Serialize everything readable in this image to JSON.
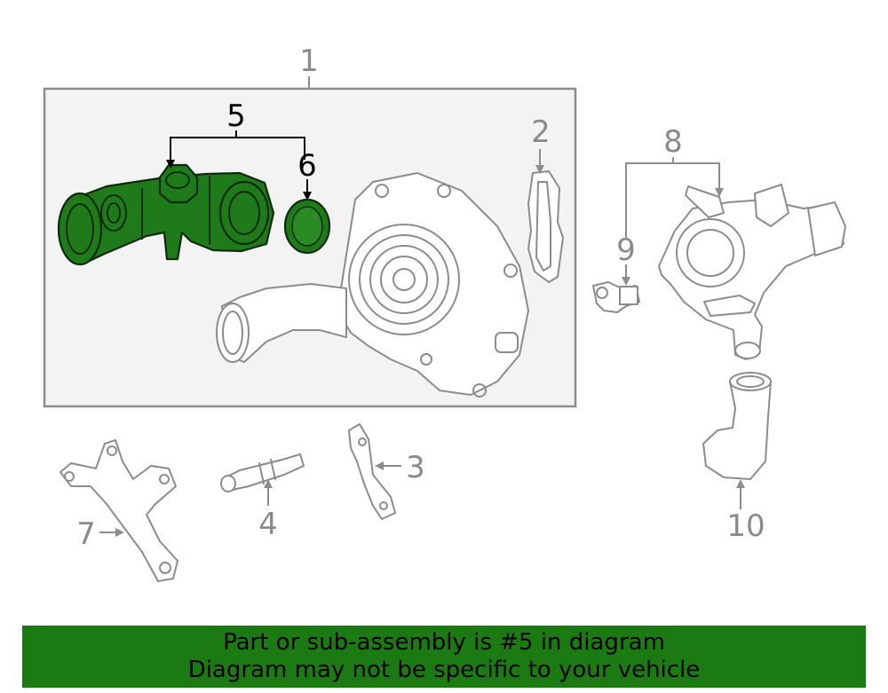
{
  "colors": {
    "highlight": "#1f7a1a",
    "banner": "#1b7a12",
    "line": "#8c8c8c",
    "box_bg": "#f3f3f3"
  },
  "callouts": {
    "c1": "1",
    "c2": "2",
    "c3": "3",
    "c4": "4",
    "c5": "5",
    "c6": "6",
    "c7": "7",
    "c8": "8",
    "c9": "9",
    "c10": "10"
  },
  "highlighted_callouts": [
    "5",
    "6"
  ],
  "banner": {
    "line1": "Part or sub-assembly is #5 in diagram",
    "line2": "Diagram may not be specific to your vehicle"
  }
}
